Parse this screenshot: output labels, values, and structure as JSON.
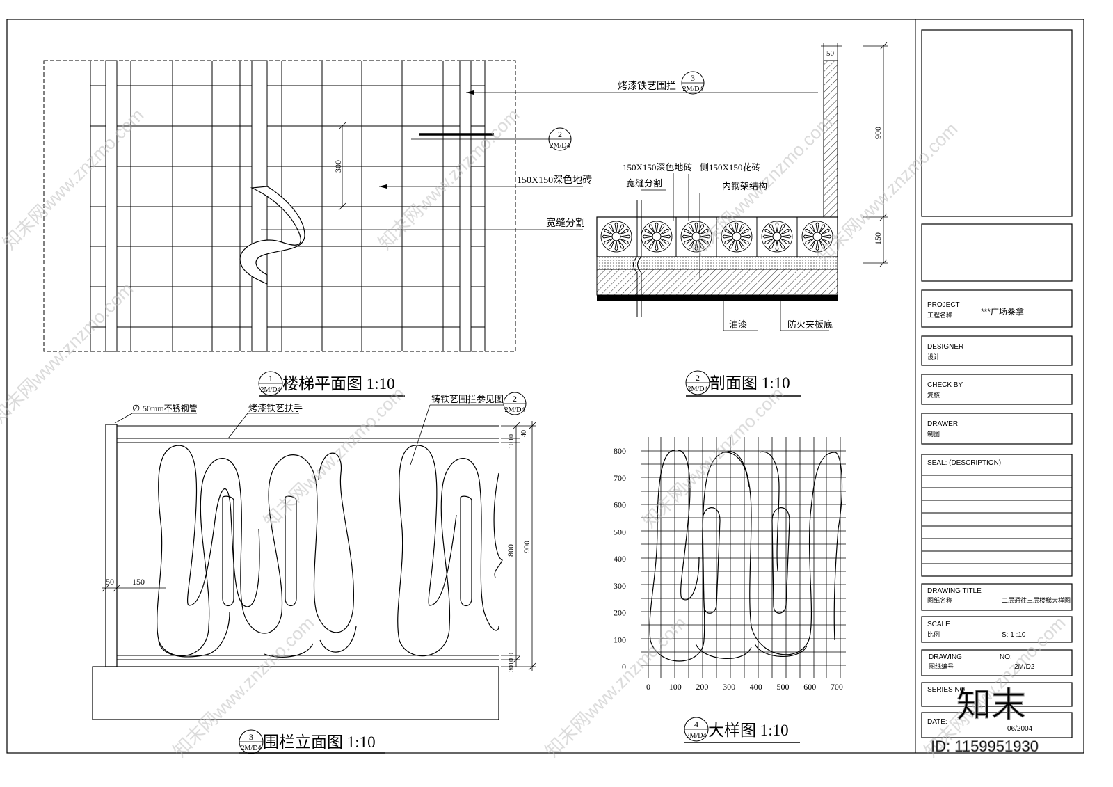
{
  "plan_view": {
    "dim_300": "300",
    "tag_ref_num": "3",
    "tag_ref_sheet": "2M/D4",
    "tag_section_num": "2",
    "tag_section_sheet": "2M/D4",
    "note_railing": "烤漆铁艺围拦",
    "note_tile": "150X150深色地砖",
    "note_gap": "宽缝分割",
    "title_num": "1",
    "title_sheet": "2M/D4",
    "title": "楼梯平面图 1:10"
  },
  "section_view": {
    "dim_50": "50",
    "dim_900": "900",
    "dim_150": "150",
    "note_dark_tile": "150X150深色地砖",
    "note_side_tile": "侧150X150花砖",
    "note_gap": "宽缝分割",
    "note_steel": "内钢架结构",
    "note_paint": "油漆",
    "note_board": "防火夹板底",
    "title_num": "2",
    "title_sheet": "2M/D4",
    "title": "剖面图 1:10"
  },
  "elevation_view": {
    "note_pipe": "50mm不锈钢管",
    "note_handrail": "烤漆铁艺扶手",
    "note_railing": "铸铁艺围拦参见图",
    "tag_num": "2",
    "tag_sheet": "2M/D4",
    "dim_50": "50",
    "dim_150": "150",
    "dim_40": "40",
    "dim_10a": "10",
    "dim_10b": "10",
    "dim_800": "800",
    "dim_900": "900",
    "dim_10c": "10",
    "dim_10d": "10",
    "dim_30": "30",
    "title_num": "3",
    "title_sheet": "2M/D4",
    "title": "围栏立面图 1:10"
  },
  "detail_view": {
    "y_ticks": [
      "800",
      "700",
      "600",
      "500",
      "400",
      "300",
      "200",
      "100",
      "0"
    ],
    "x_ticks": [
      "0",
      "100",
      "200",
      "300",
      "400",
      "500",
      "600",
      "700"
    ],
    "title_num": "4",
    "title_sheet": "2M/D4",
    "title": "大样图 1:10"
  },
  "title_block": {
    "project_label": "PROJECT",
    "project_label_cn": "工程名称",
    "project_value": "***广场桑拿",
    "designer_label": "DESIGNER",
    "designer_label_cn": "设计",
    "check_label": "CHECK BY",
    "check_label_cn": "复核",
    "drawer_label": "DRAWER",
    "drawer_label_cn": "制图",
    "seal_label": "SEAL: (DESCRIPTION)",
    "drawing_title_label": "DRAWING TITLE",
    "drawing_title_label_cn": "图纸名称",
    "drawing_title_value": "二层通往三层楼梯大样图",
    "scale_label": "SCALE",
    "scale_label_cn": "比例",
    "scale_value": "S:    1 :10",
    "drawing_no_label": "DRAWING",
    "drawing_no_label2": "NO:",
    "drawing_no_label_cn": "图纸编号",
    "drawing_no_value": "2M/D2",
    "series_label": "SERIES NO",
    "date_label": "DATE:",
    "date_value": "06/2004"
  },
  "watermark": {
    "text": "知末网www.znzmo.com",
    "brand_cn": "知末",
    "id_text": "ID: 1159951930"
  }
}
